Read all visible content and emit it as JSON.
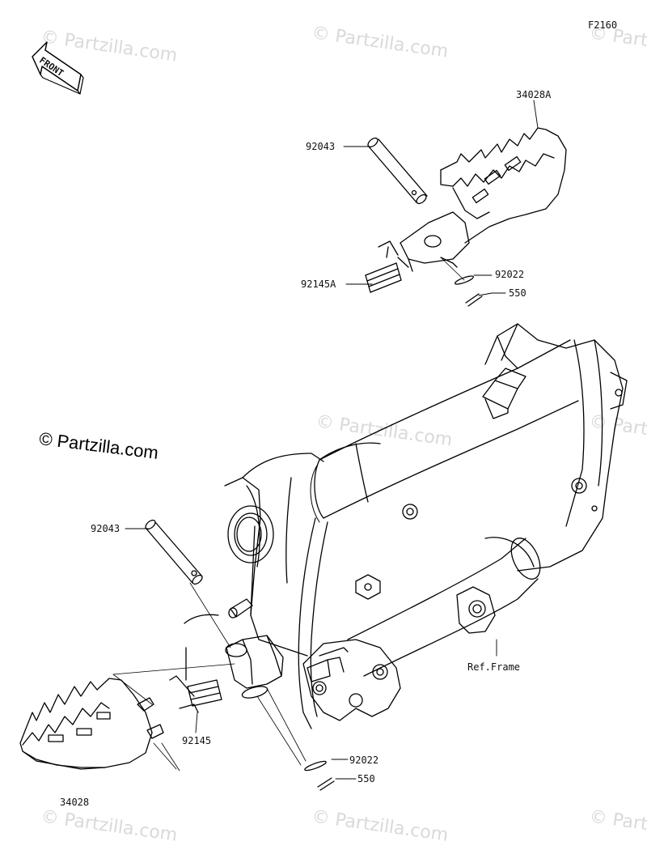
{
  "diagram": {
    "figure_code": "F2160",
    "front_label": "FRONT",
    "copyright_label": "© Partzilla.com",
    "watermark_text": "© Partzilla.com",
    "callouts": {
      "upper_peg": "34028A",
      "upper_pin": "92043",
      "upper_spring": "92145A",
      "upper_washer": "92022",
      "upper_cotter": "550",
      "lower_pin": "92043",
      "lower_peg": "34028",
      "lower_spring": "92145",
      "lower_washer": "92022",
      "lower_cotter": "550",
      "frame_ref": "Ref.Frame"
    }
  }
}
